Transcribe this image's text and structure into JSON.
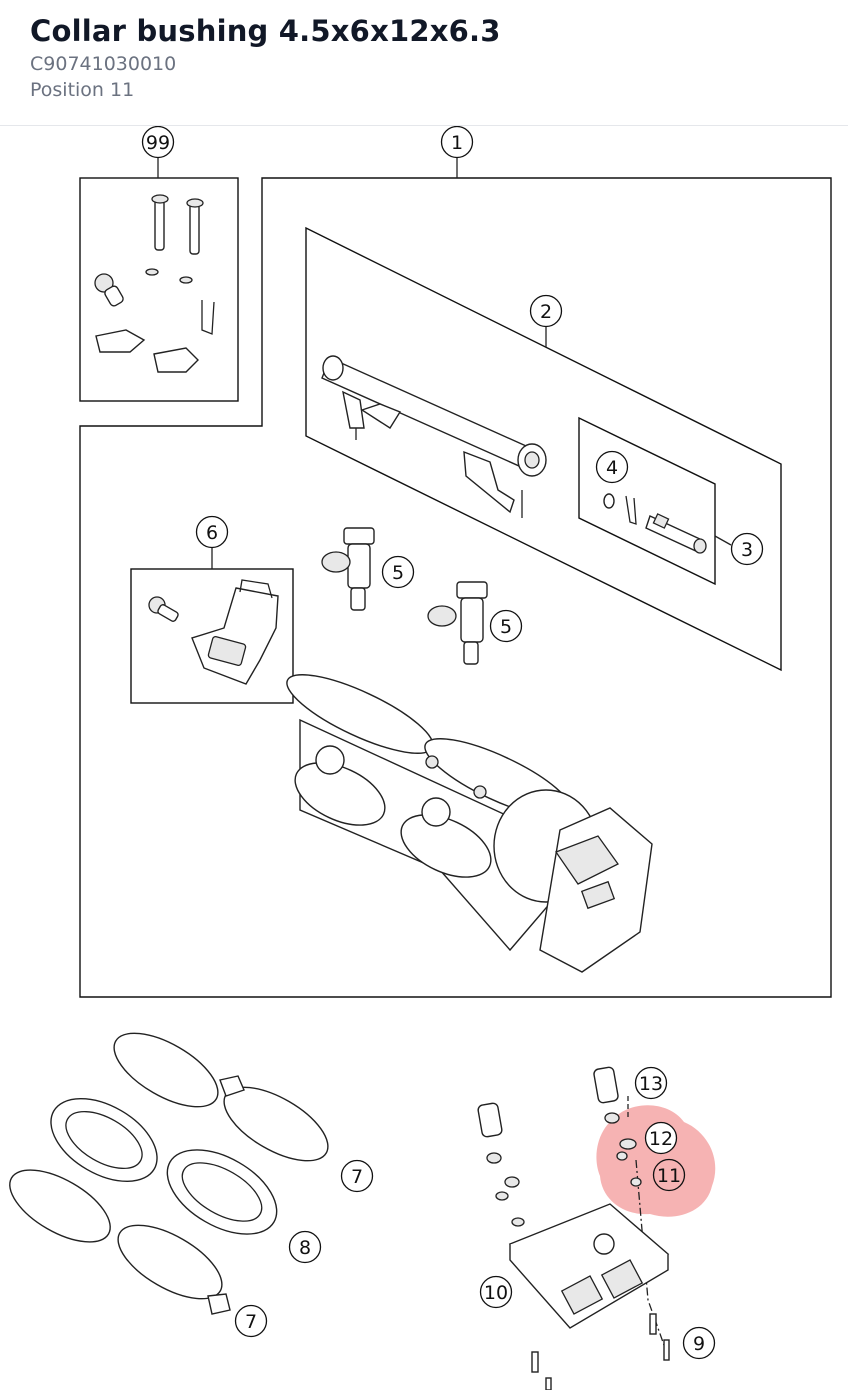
{
  "header": {
    "title": "Collar bushing 4.5x6x12x6.3",
    "part_number": "C90741030010",
    "position": "Position 11"
  },
  "diagram": {
    "callouts": {
      "c99": "99",
      "c1": "1",
      "c2": "2",
      "c3": "3",
      "c4": "4",
      "c5a": "5",
      "c5b": "5",
      "c6": "6",
      "c7a": "7",
      "c7b": "7",
      "c8": "8",
      "c9": "9",
      "c10": "10",
      "c11": "11",
      "c12": "12",
      "c13": "13"
    },
    "highlight_color": "#f08080",
    "selected_callout": "11"
  }
}
